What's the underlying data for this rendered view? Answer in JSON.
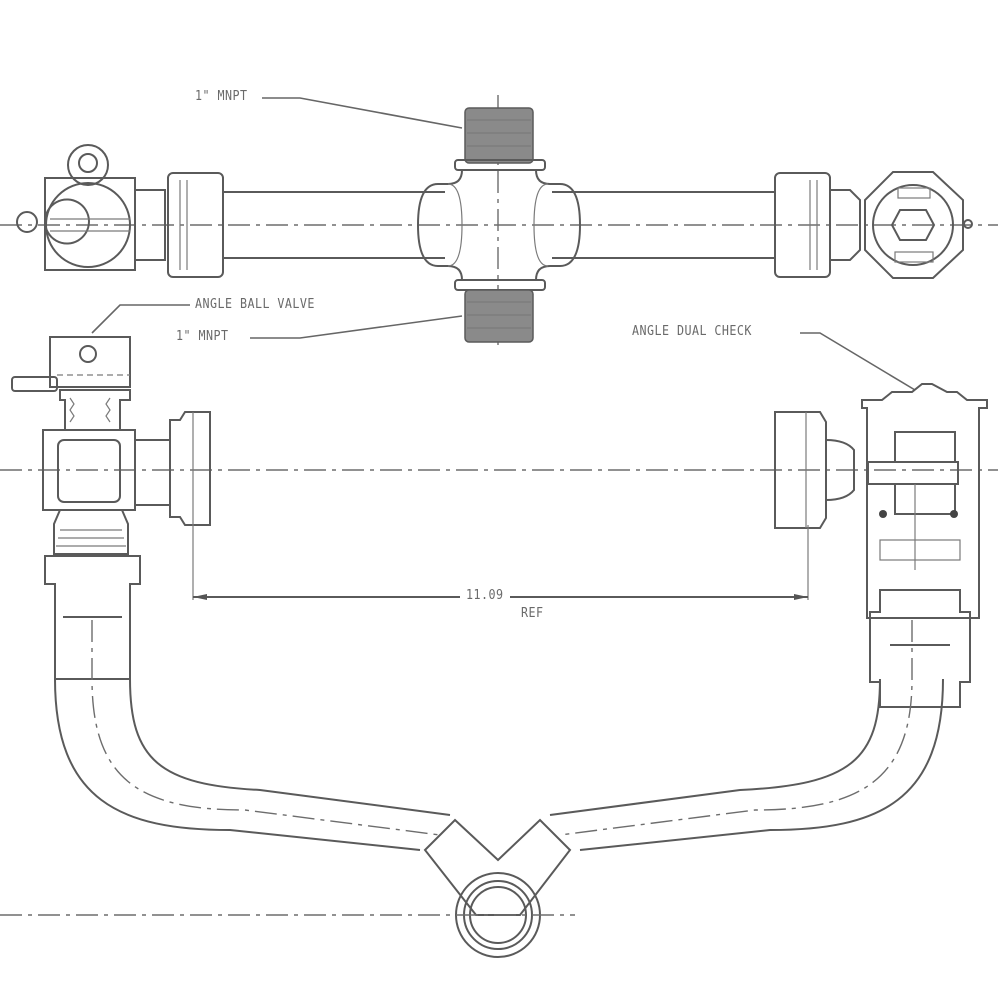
{
  "drawing": {
    "type": "technical-drawing",
    "subject": "meter setter assembly with angle ball valve and angle dual check",
    "views": [
      "top view",
      "front elevation"
    ],
    "line_color": "#5a5a5a",
    "background": "#ffffff"
  },
  "callouts": {
    "top_thread": "1\" MNPT",
    "bottom_thread": "1\" MNPT",
    "ball_valve": "ANGLE BALL VALVE",
    "dual_check": "ANGLE DUAL CHECK"
  },
  "dimensions": {
    "span_value": "11.09",
    "span_note": "REF"
  }
}
